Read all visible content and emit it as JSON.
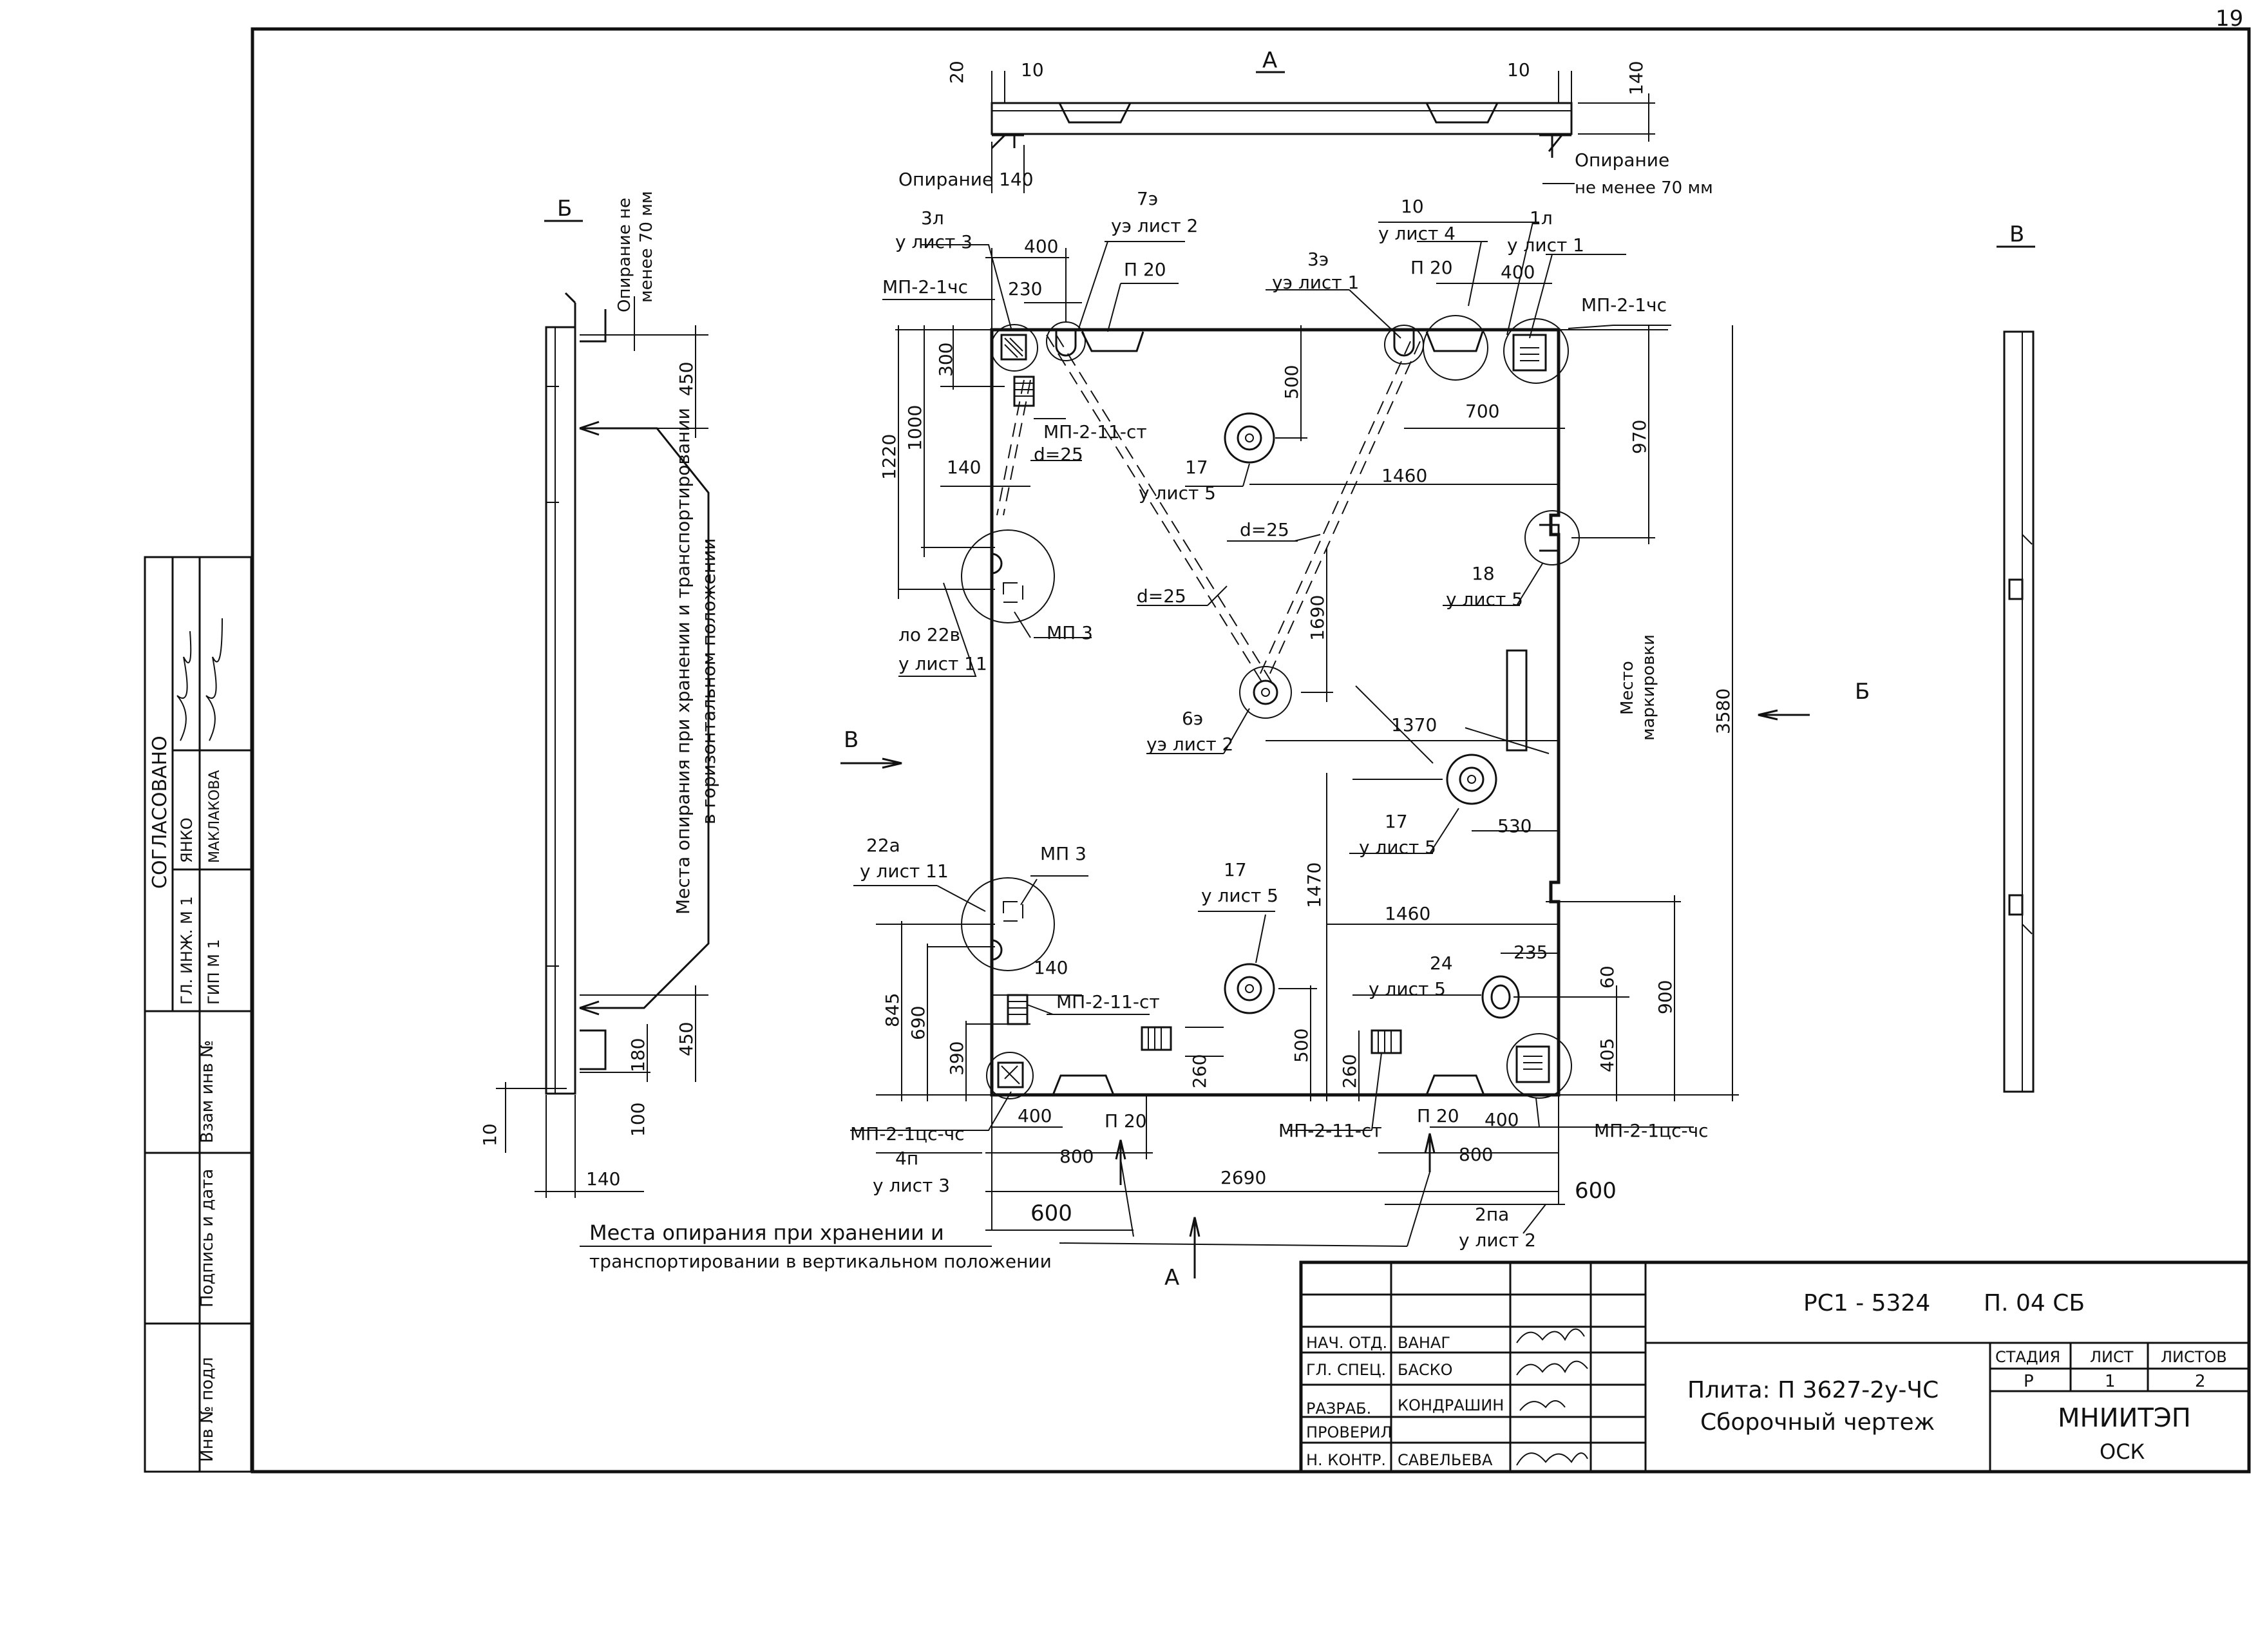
{
  "page_number": "19",
  "section_labels": {
    "A_top": "А",
    "A_bottom": "А",
    "B_left": "Б",
    "B_right": "Б",
    "V_left": "В",
    "V_right": "В"
  },
  "top_view": {
    "dim_20": "20",
    "dim_10_left": "10",
    "dim_10_right": "10",
    "dim_140_right": "140",
    "oporanie_left": "Опирание 140",
    "oporanie_right_line1": "Опирание",
    "oporanie_right_line2": "не менее 70 мм"
  },
  "left_view": {
    "oporanie_line1": "Опирание не",
    "oporanie_line2": "менее 70 мм",
    "dim_450_top": "450",
    "dim_450_bottom": "450",
    "dim_180": "180",
    "dim_100": "100",
    "dim_10": "10",
    "dim_140": "140",
    "note_line1": "Места опирания при хранении и транспортировании",
    "note_line2": "в горизонтальном положении"
  },
  "plan": {
    "l_3l": "3л",
    "l_u_list3_a": "у лист 3",
    "l_400_top": "400",
    "l_7e": "7э",
    "l_ue_list2_a": "уэ лист 2",
    "l_mp21chs_left": "МП-2-1чс",
    "l_230": "230",
    "l_p20_a": "П 20",
    "l_300": "300",
    "l_1000": "1000",
    "l_1220": "1220",
    "l_mp211st_a": "МП-2-11-ст",
    "l_d25_a": "d=25",
    "l_140_a": "140",
    "l_10": "10",
    "l_u_list4": "у лист 4",
    "l_3e": "3э",
    "l_ue_list1": "уэ лист 1",
    "l_p20_b": "П 20",
    "l_400_b": "400",
    "l_1l": "1л",
    "l_u_list1": "у лист 1",
    "l_mp21chs_right": "МП-2-1чс",
    "l_500_a": "500",
    "l_700": "700",
    "l_970": "970",
    "l_17_a": "17",
    "l_u_list5_a": "у лист 5",
    "l_1460_a": "1460",
    "l_d25_b": "d=25",
    "l_d25_c": "d=25",
    "l_18": "18",
    "l_u_list5_b": "у лист 5",
    "l_lo22v": "ло 22в",
    "l_u_list11_a": "у лист 11",
    "l_mp3_a": "МП 3",
    "l_1690": "1690",
    "l_6e": "6э",
    "l_ue_list2_b": "уэ лист 2",
    "l_1370": "1370",
    "l_mesto1": "Место",
    "l_mesto2": "маркировки",
    "l_3580": "3580",
    "l_17_b": "17",
    "l_u_list5_c": "у лист 5",
    "l_530": "530",
    "l_22a": "22а",
    "l_u_list11_b": "у лист 11",
    "l_mp3_b": "МП 3",
    "l_17_c": "17",
    "l_u_list5_d": "у лист 5",
    "l_1470": "1470",
    "l_1460_b": "1460",
    "l_845": "845",
    "l_690": "690",
    "l_140_b": "140",
    "l_mp211st_b": "МП-2-11-ст",
    "l_24": "24",
    "l_u_list5_e": "у лист 5",
    "l_235": "235",
    "l_60": "60",
    "l_900": "900",
    "l_390": "390",
    "l_260_a": "260",
    "l_500_b": "500",
    "l_260_b": "260",
    "l_405": "405",
    "l_400_c": "400",
    "l_p20_c": "П 20",
    "l_mp211st_c": "МП-2-11-ст",
    "l_p20_d": "П 20",
    "l_400_d": "400",
    "l_mp21cschs_left": "МП-2-1цс-чс",
    "l_mp21cschs_right": "МП-2-1цс-чс",
    "l_4p": "4п",
    "l_u_list3_b": "у лист 3",
    "l_800_a": "800",
    "l_800_b": "800",
    "l_2690": "2690",
    "l_600_a": "600",
    "l_600_b": "600",
    "l_2pa": "2па",
    "l_u_list2": "у лист 2",
    "bottom_note_line1": "Места опирания при хранении и",
    "bottom_note_line2": "транспортировании в вертикальном положении"
  },
  "approval_block": {
    "title": "СОГЛАСОВАНО",
    "roles": [
      "ГЛ. ИНЖ. М 1",
      "ГИП М 1"
    ],
    "names": [
      "ЯНКО",
      "МАКЛАКОВА"
    ],
    "side_fields": [
      "Взам инв №",
      "Подпись и дата",
      "Инв № подл"
    ]
  },
  "title_block": {
    "code": "РС1 - 5324",
    "sheet_code": "П. 04 СБ",
    "rows": [
      {
        "role": "НАЧ. ОТД.",
        "name": "ВАНАГ"
      },
      {
        "role": "ГЛ. СПЕЦ.",
        "name": "БАСКО"
      },
      {
        "role": "",
        "name": ""
      },
      {
        "role": "РАЗРАБ.",
        "name": "КОНДРАШИН"
      },
      {
        "role": "ПРОВЕРИЛ",
        "name": ""
      },
      {
        "role": "Н. КОНТР.",
        "name": "САВЕЛЬЕВА"
      }
    ],
    "description_line1": "Плита:  П 3627-2у-ЧС",
    "description_line2": "Сборочный чертеж",
    "stage_header": "СТАДИЯ",
    "sheet_header": "ЛИСТ",
    "sheets_header": "ЛИСТОВ",
    "stage": "Р",
    "sheet": "1",
    "sheets": "2",
    "org": "МНИИТЭП",
    "org_sub": "ОСК"
  }
}
